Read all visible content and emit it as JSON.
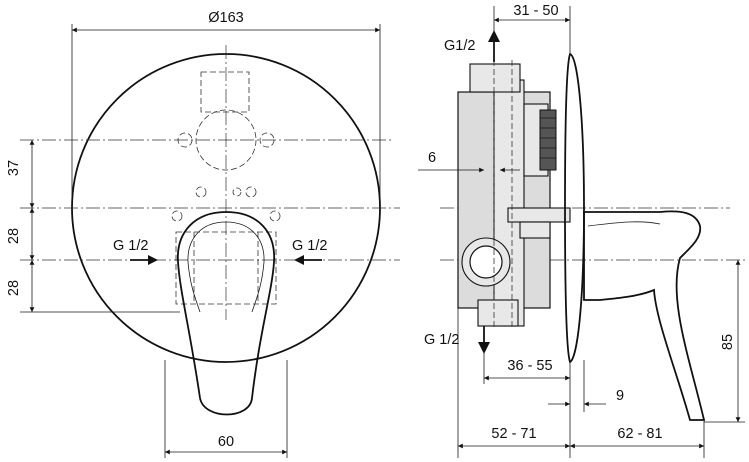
{
  "labels": {
    "dia": "Ø163",
    "d37": "37",
    "d28a": "28",
    "d28b": "28",
    "g_left": "G 1/2",
    "g_right": "G 1/2",
    "d60": "60",
    "d3150": "31 - 50",
    "g_top": "G1/2",
    "d6": "6",
    "g_bottom": "G 1/2",
    "d3655": "36 - 55",
    "d9": "9",
    "d5271": "52 - 71",
    "d6281": "62 - 81",
    "d85": "85"
  }
}
